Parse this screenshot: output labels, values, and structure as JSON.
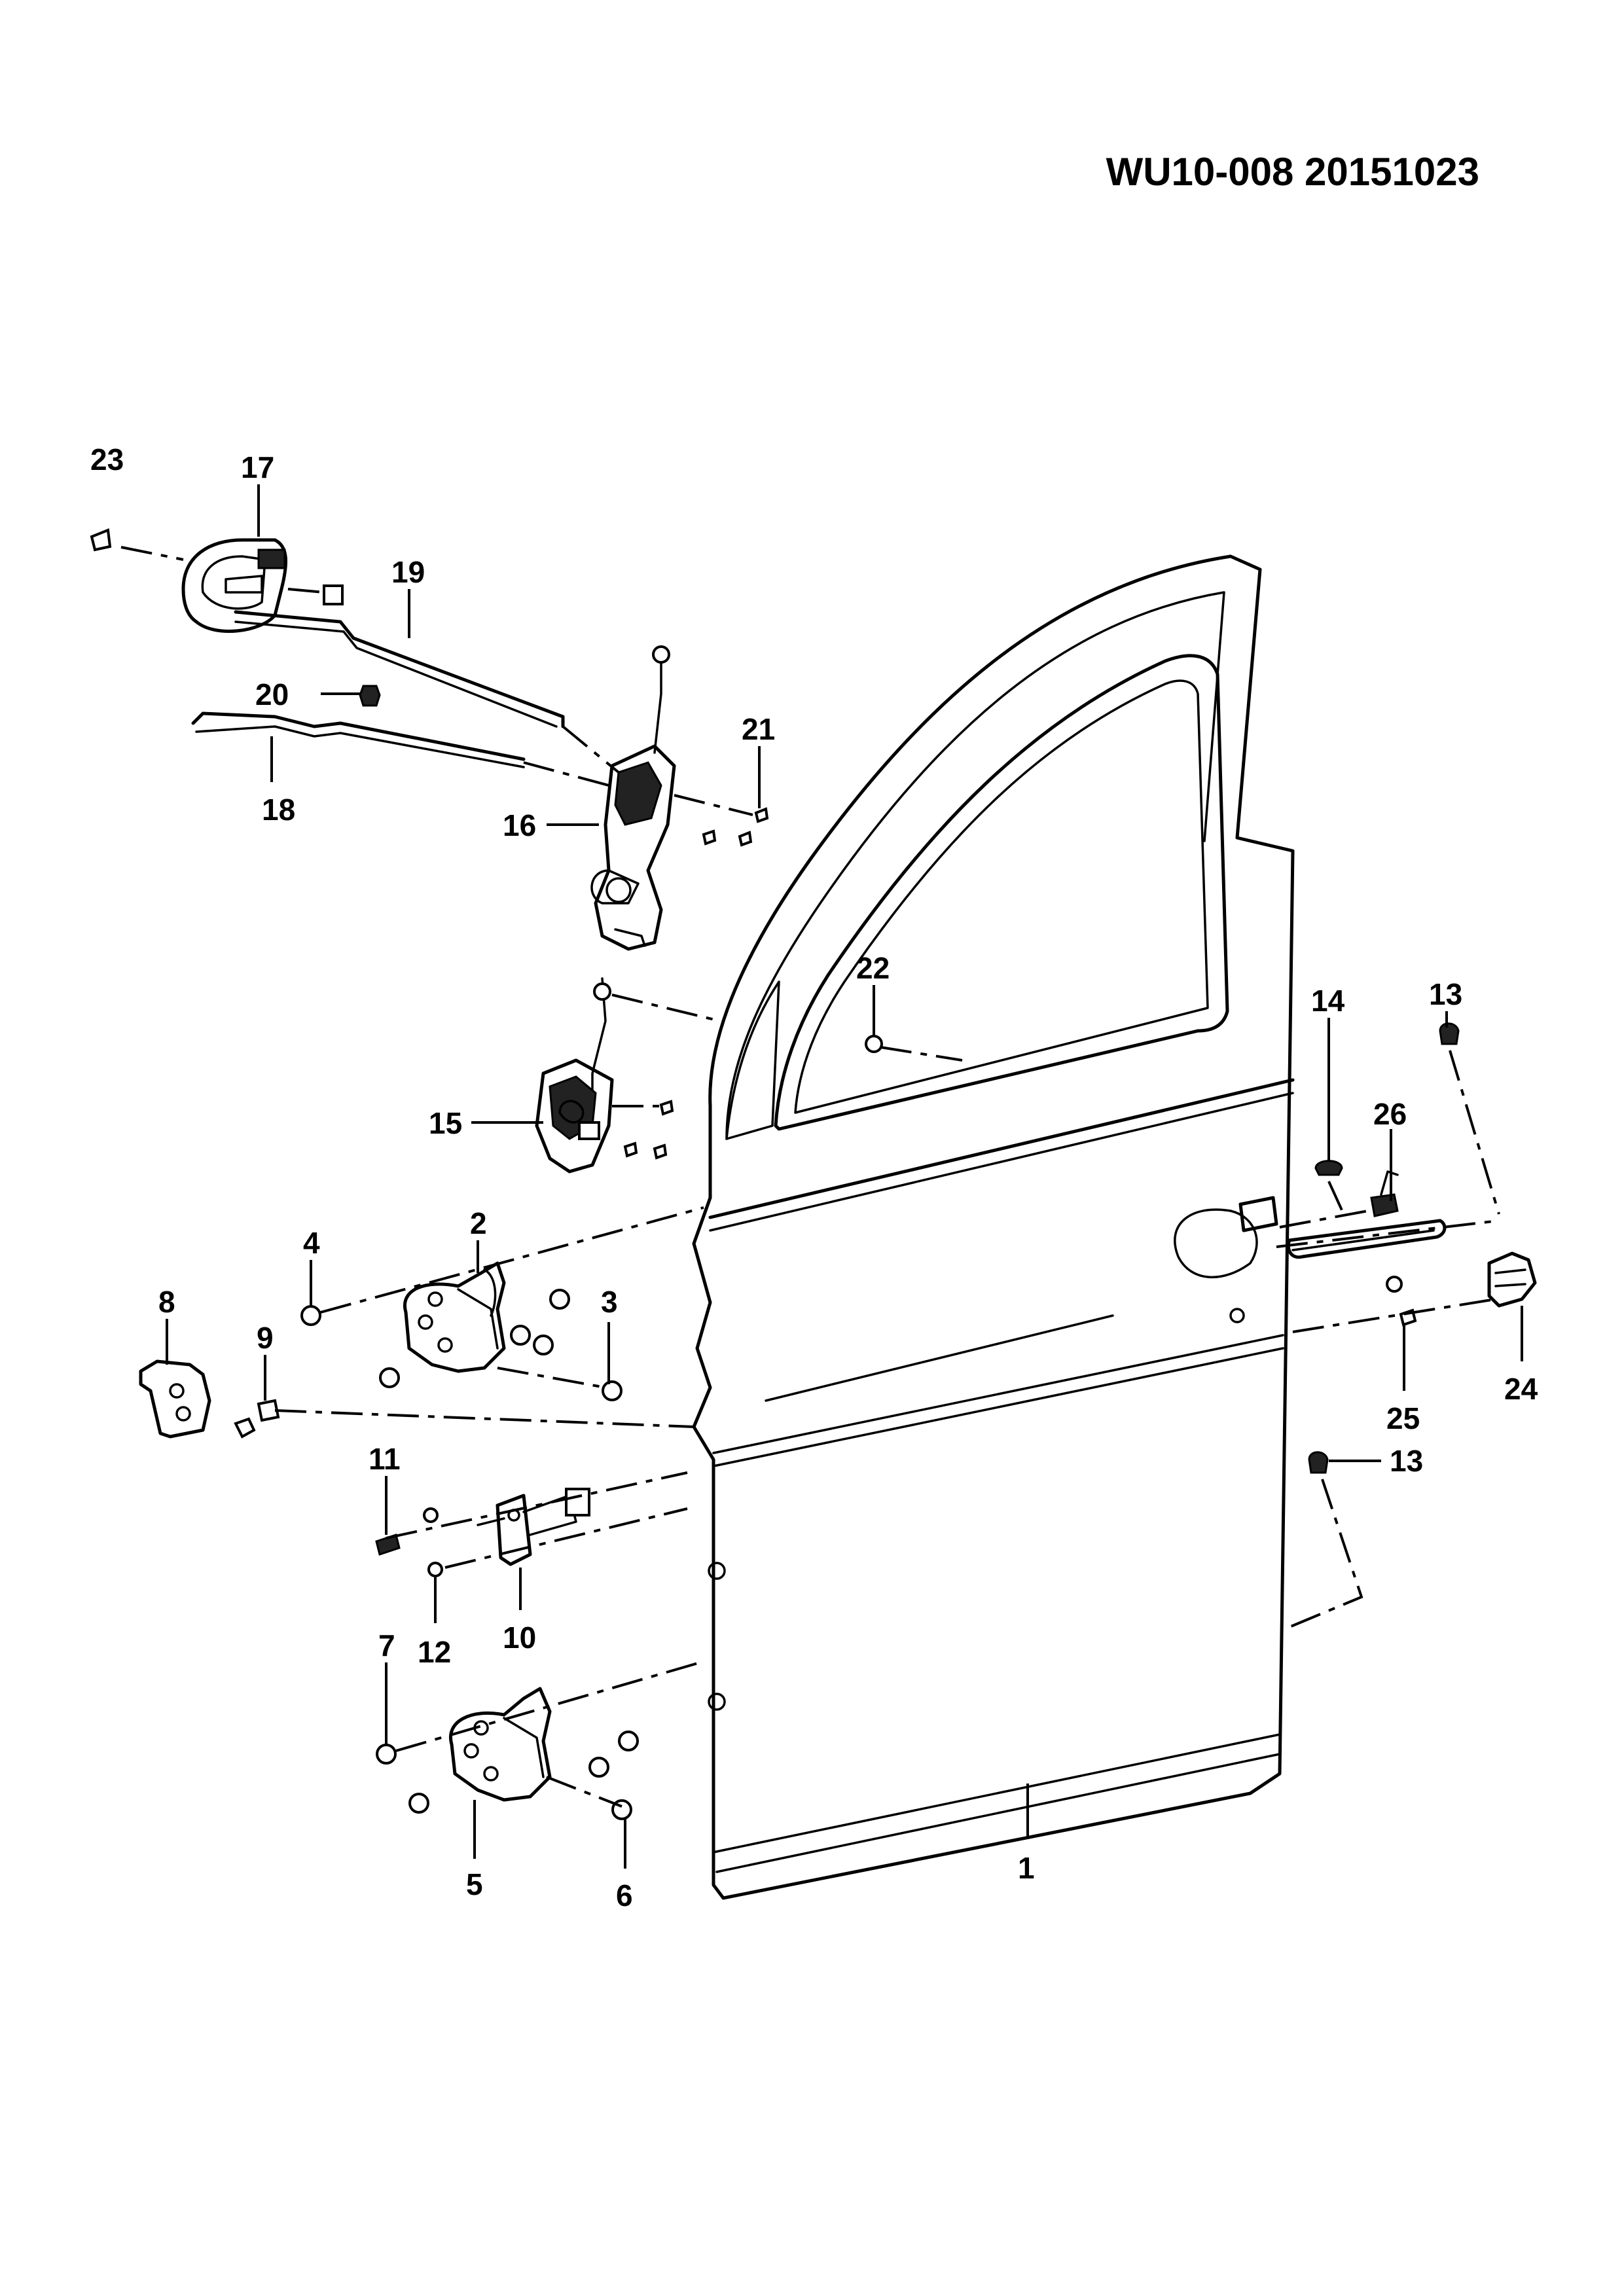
{
  "header": {
    "document_id": "WU10-008 20151023"
  },
  "callouts": [
    "1",
    "2",
    "3",
    "4",
    "5",
    "6",
    "7",
    "8",
    "9",
    "10",
    "11",
    "12",
    "13",
    "13",
    "14",
    "15",
    "16",
    "17",
    "18",
    "19",
    "20",
    "21",
    "22",
    "23",
    "24",
    "25",
    "26"
  ]
}
